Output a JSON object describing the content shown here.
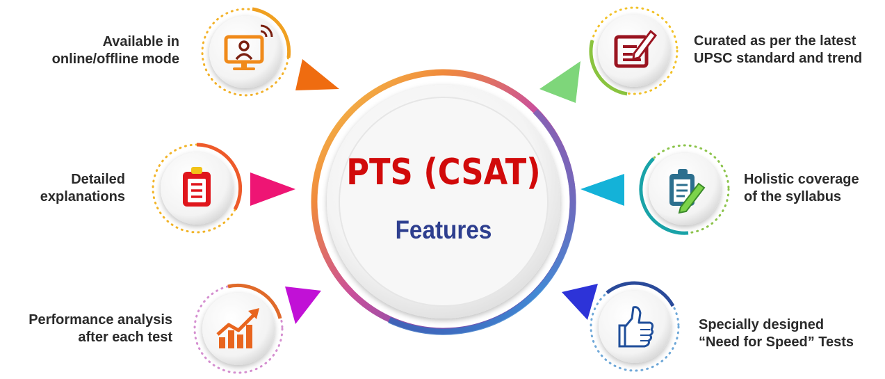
{
  "title": "PTS (CSAT)",
  "subtitle": "Features",
  "colors": {
    "title": "#d10a0a",
    "subtitle": "#2e3f8f",
    "label": "#2a2a2a"
  },
  "features": [
    {
      "id": "online-offline",
      "lines": [
        "Available in",
        "online/offline  mode"
      ],
      "icon": "monitor-user-icon"
    },
    {
      "id": "upsc-standard",
      "lines": [
        "Curated as per the latest",
        "UPSC standard and trend"
      ],
      "icon": "edit-document-icon"
    },
    {
      "id": "explanations",
      "lines": [
        "Detailed",
        "explanations"
      ],
      "icon": "clipboard-icon"
    },
    {
      "id": "syllabus",
      "lines": [
        "Holistic coverage",
        "of the syllabus"
      ],
      "icon": "clipboard-pen-icon"
    },
    {
      "id": "performance",
      "lines": [
        "Performance analysis",
        "after each test"
      ],
      "icon": "growth-chart-icon"
    },
    {
      "id": "speed-tests",
      "lines": [
        "Specially designed",
        "“Need for Speed” Tests"
      ],
      "icon": "thumbs-up-icon"
    }
  ]
}
